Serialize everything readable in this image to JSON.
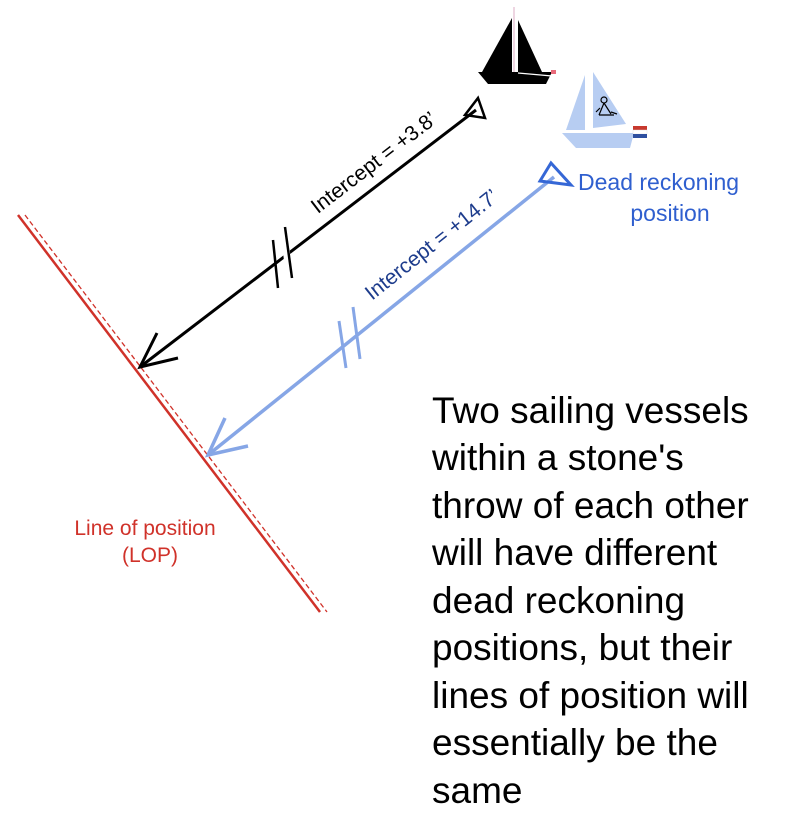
{
  "black_intercept_label": "Intercept = +3.8’",
  "blue_intercept_label": "Intercept = +14.7’",
  "dr_label": {
    "line1": "Dead reckoning",
    "line2": "position"
  },
  "lop_label": {
    "line1": "Line of position",
    "line2": "(LOP)"
  },
  "caption_lines": [
    "Two sailing vessels",
    "within a stone's",
    "throw of each other",
    "will have different",
    "dead reckoning",
    "positions, but their",
    "lines of position will",
    "essentially be the",
    "same"
  ],
  "colors": {
    "lop": "#d0322a",
    "black": "#000000",
    "blue_line": "#86a6e6",
    "blue_marker": "#3567d6",
    "blue_text": "#1d3c8c",
    "dr_text": "#2f5fcf",
    "boat_blue": "#b7cdf2"
  }
}
